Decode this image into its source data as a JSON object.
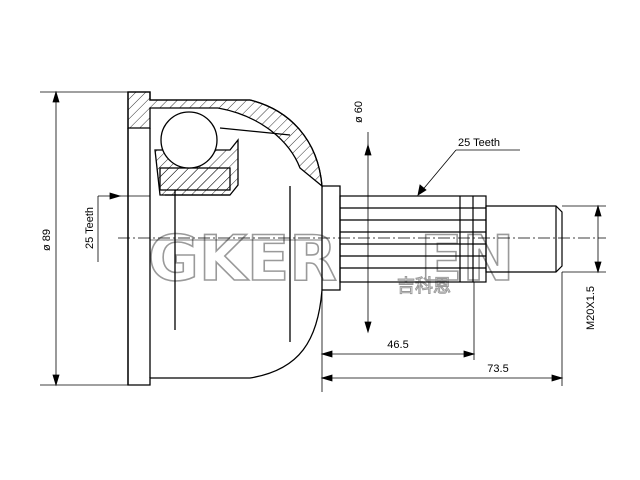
{
  "drawing": {
    "outer_diameter_label": "ø 89",
    "bore_diameter_label": "ø 60",
    "inner_teeth_label": "25 Teeth",
    "outer_teeth_label": "25 Teeth",
    "shaft_length_label": "46.5",
    "overall_length_label": "73.5",
    "thread_label": "M20X1.5"
  },
  "watermark": {
    "brand": "GKER",
    "brand_tail": "EN",
    "chinese": "吉科恩"
  }
}
